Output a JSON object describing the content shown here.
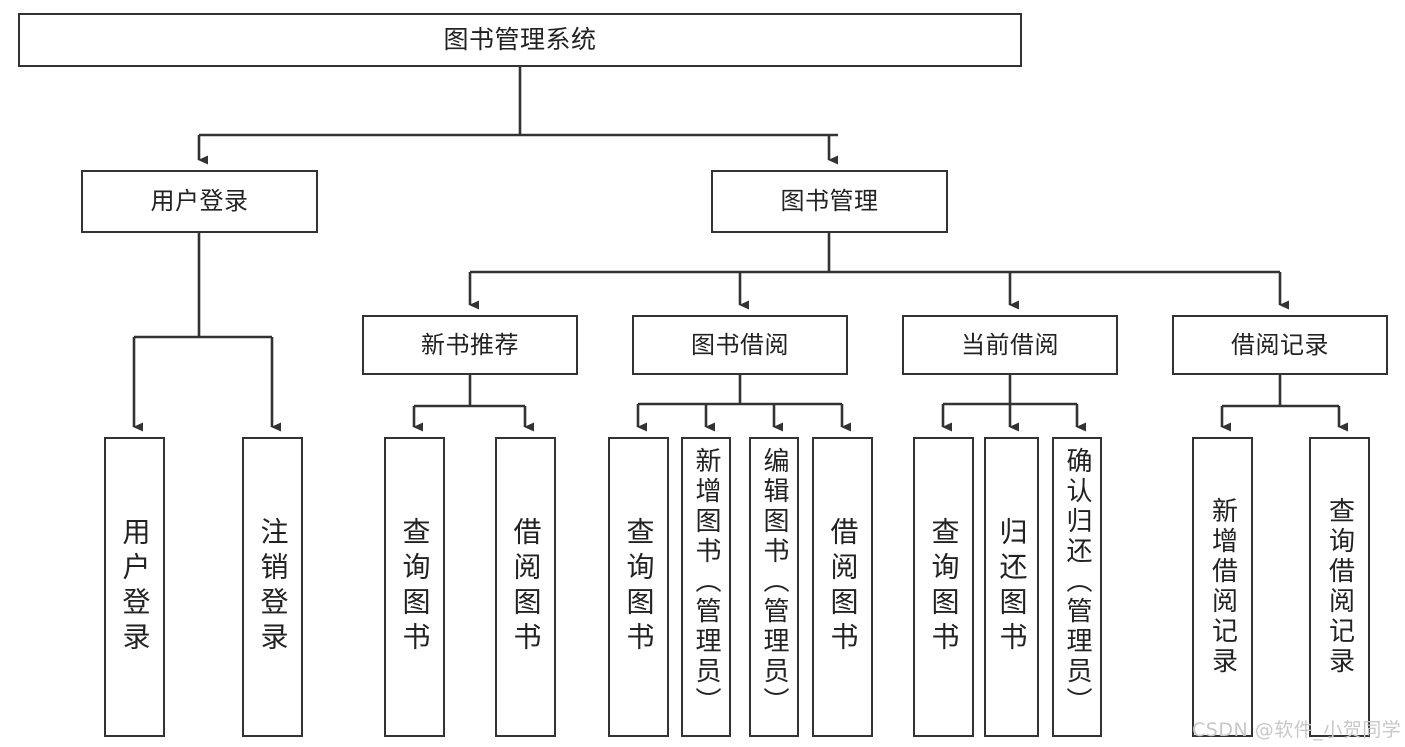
{
  "diagram": {
    "title": "图书管理系统",
    "type": "tree",
    "watermark": "CSDN @软件_小贺同学",
    "stroke_color": "#333333",
    "background_color": "#ffffff",
    "text_color": "#222222",
    "nodes": {
      "root": {
        "label": "图书管理系统",
        "orientation": "horizontal"
      },
      "user_login": {
        "label": "用户登录",
        "orientation": "horizontal"
      },
      "book_manage": {
        "label": "图书管理",
        "orientation": "horizontal"
      },
      "new_book_rec": {
        "label": "新书推荐",
        "orientation": "horizontal"
      },
      "book_borrow": {
        "label": "图书借阅",
        "orientation": "horizontal"
      },
      "current_borrow": {
        "label": "当前借阅",
        "orientation": "horizontal"
      },
      "borrow_record": {
        "label": "借阅记录",
        "orientation": "horizontal"
      },
      "leaf_user_login": {
        "label": "用户登录",
        "orientation": "vertical"
      },
      "leaf_logout": {
        "label": "注销登录",
        "orientation": "vertical"
      },
      "leaf_query_book_1": {
        "label": "查询图书",
        "orientation": "vertical"
      },
      "leaf_borrow_book_1": {
        "label": "借阅图书",
        "orientation": "vertical"
      },
      "leaf_query_book_2": {
        "label": "查询图书",
        "orientation": "vertical"
      },
      "leaf_add_book": {
        "label": "新增图书（管理员）",
        "orientation": "vertical"
      },
      "leaf_edit_book": {
        "label": "编辑图书（管理员）",
        "orientation": "vertical"
      },
      "leaf_borrow_book_2": {
        "label": "借阅图书",
        "orientation": "vertical"
      },
      "leaf_query_book_3": {
        "label": "查询图书",
        "orientation": "vertical"
      },
      "leaf_return_book": {
        "label": "归还图书",
        "orientation": "vertical"
      },
      "leaf_confirm_return": {
        "label": "确认归还（管理员）",
        "orientation": "vertical"
      },
      "leaf_add_record": {
        "label": "新增借阅记录",
        "orientation": "vertical"
      },
      "leaf_query_record": {
        "label": "查询借阅记录",
        "orientation": "vertical"
      }
    },
    "edges": [
      {
        "from": "root",
        "to": "user_login"
      },
      {
        "from": "root",
        "to": "book_manage"
      },
      {
        "from": "user_login",
        "to": "leaf_user_login"
      },
      {
        "from": "user_login",
        "to": "leaf_logout"
      },
      {
        "from": "book_manage",
        "to": "new_book_rec"
      },
      {
        "from": "book_manage",
        "to": "book_borrow"
      },
      {
        "from": "book_manage",
        "to": "current_borrow"
      },
      {
        "from": "book_manage",
        "to": "borrow_record"
      },
      {
        "from": "new_book_rec",
        "to": "leaf_query_book_1"
      },
      {
        "from": "new_book_rec",
        "to": "leaf_borrow_book_1"
      },
      {
        "from": "book_borrow",
        "to": "leaf_query_book_2"
      },
      {
        "from": "book_borrow",
        "to": "leaf_add_book"
      },
      {
        "from": "book_borrow",
        "to": "leaf_edit_book"
      },
      {
        "from": "book_borrow",
        "to": "leaf_borrow_book_2"
      },
      {
        "from": "current_borrow",
        "to": "leaf_query_book_3"
      },
      {
        "from": "current_borrow",
        "to": "leaf_return_book"
      },
      {
        "from": "current_borrow",
        "to": "leaf_confirm_return"
      },
      {
        "from": "borrow_record",
        "to": "leaf_add_record"
      },
      {
        "from": "borrow_record",
        "to": "leaf_query_record"
      }
    ]
  }
}
